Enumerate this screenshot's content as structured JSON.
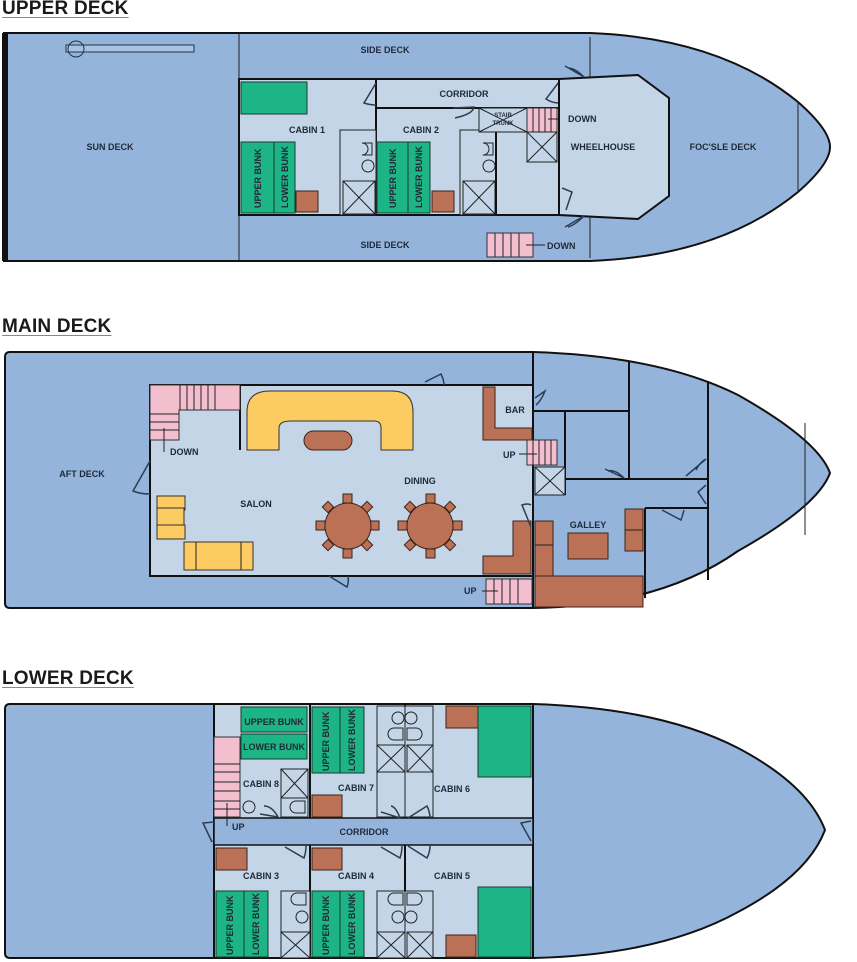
{
  "decks": {
    "upper": {
      "title": "UPPER DECK",
      "labels": {
        "sun_deck": "SUN DECK",
        "side_deck_top": "SIDE DECK",
        "side_deck_bottom": "SIDE DECK",
        "corridor": "CORRIDOR",
        "cabin1": "CABIN 1",
        "cabin2": "CABIN 2",
        "stair_trunk_1": "STAIR",
        "stair_trunk_2": "TRUNK",
        "down_1": "DOWN",
        "down_2": "DOWN",
        "wheelhouse": "WHEELHOUSE",
        "focsle": "FOC'SLE DECK",
        "upper_bunk": "UPPER BUNK",
        "lower_bunk": "LOWER BUNK"
      }
    },
    "main": {
      "title": "MAIN DECK",
      "labels": {
        "aft_deck": "AFT DECK",
        "down": "DOWN",
        "salon": "SALON",
        "dining": "DINING",
        "bar": "BAR",
        "up_1": "UP",
        "up_2": "UP",
        "galley": "GALLEY"
      }
    },
    "lower": {
      "title": "LOWER DECK",
      "labels": {
        "upper_bunk": "UPPER BUNK",
        "lower_bunk": "LOWER BUNK",
        "cabin8": "CABIN 8",
        "cabin7": "CABIN 7",
        "cabin6": "CABIN 6",
        "cabin5": "CABIN 5",
        "cabin4": "CABIN 4",
        "cabin3": "CABIN 3",
        "corridor": "CORRIDOR",
        "up": "UP"
      }
    }
  },
  "colors": {
    "deck_blue": "#94b4dc",
    "room_light": "#c3d5e7",
    "bunk_green": "#1db585",
    "furniture_brown": "#bb7156",
    "sofa_yellow": "#fccb62",
    "stair_pink": "#f3bfcf"
  }
}
